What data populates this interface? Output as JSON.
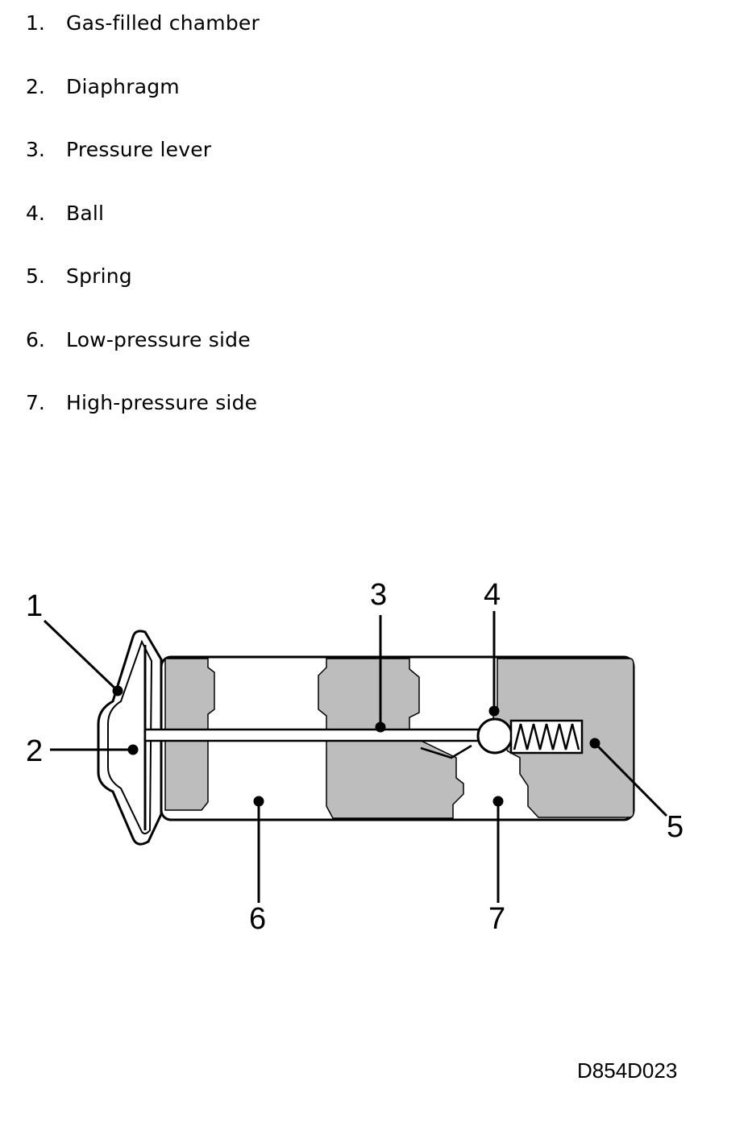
{
  "legend": {
    "items": [
      {
        "num": "1.",
        "label": "Gas-filled chamber"
      },
      {
        "num": "2.",
        "label": "Diaphragm"
      },
      {
        "num": "3.",
        "label": "Pressure lever"
      },
      {
        "num": "4.",
        "label": "Ball"
      },
      {
        "num": "5.",
        "label": "Spring"
      },
      {
        "num": "6.",
        "label": "Low-pressure side"
      },
      {
        "num": "7.",
        "label": "High-pressure side"
      }
    ]
  },
  "callouts": [
    "1",
    "2",
    "3",
    "4",
    "5",
    "6",
    "7"
  ],
  "figure_code": "D854D023",
  "colors": {
    "fill": "#bdbdbd",
    "line": "#000000",
    "background": "#ffffff"
  }
}
